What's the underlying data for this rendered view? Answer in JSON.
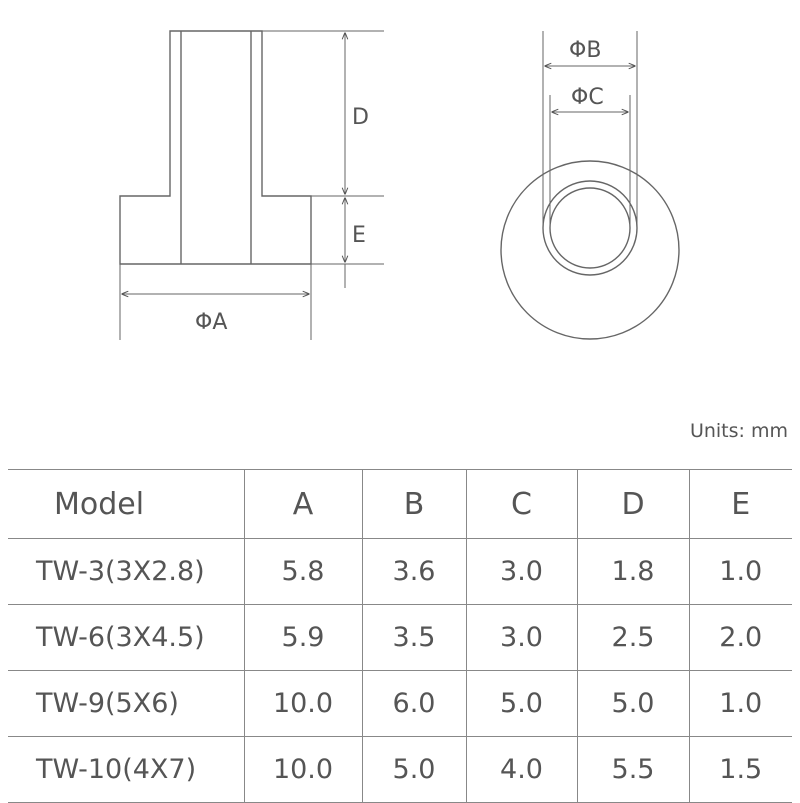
{
  "diagram": {
    "labels": {
      "D": "D",
      "E": "E",
      "A": "ΦA",
      "B": "ΦB",
      "C": "ΦC"
    }
  },
  "units": "Units: mm",
  "table": {
    "headers": [
      "Model",
      "A",
      "B",
      "C",
      "D",
      "E"
    ],
    "rows": [
      [
        "TW-3(3X2.8)",
        "5.8",
        "3.6",
        "3.0",
        "1.8",
        "1.0"
      ],
      [
        "TW-6(3X4.5)",
        "5.9",
        "3.5",
        "3.0",
        "2.5",
        "2.0"
      ],
      [
        "TW-9(5X6)",
        "10.0",
        "6.0",
        "5.0",
        "5.0",
        "1.0"
      ],
      [
        "TW-10(4X7)",
        "10.0",
        "5.0",
        "4.0",
        "5.5",
        "1.5"
      ]
    ]
  }
}
